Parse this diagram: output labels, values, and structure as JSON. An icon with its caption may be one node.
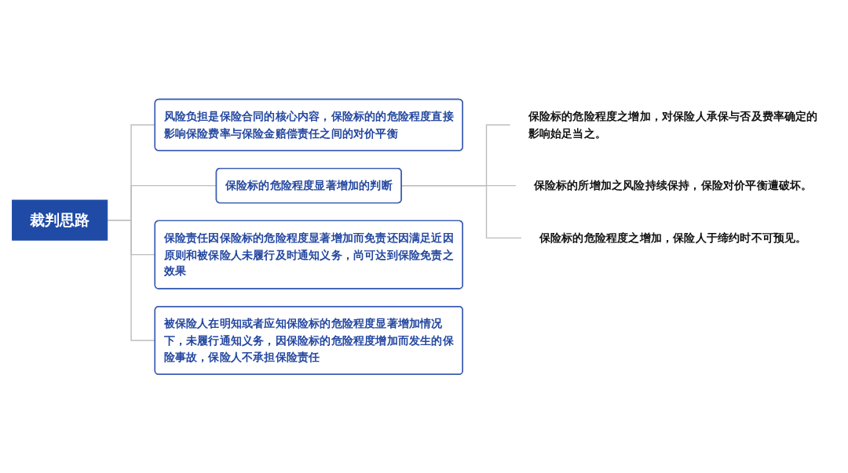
{
  "diagram": {
    "nodes": [
      {
        "text": [
          "裁判思路"
        ]
      },
      {
        "text": [
          "风险负担是保险合同的核心内容，保险标的的危险程度直接影响保险费率与保险金赔偿责任之间的对价平衡"
        ]
      },
      {
        "text": [
          "保险标的危险程度显著增加的判断"
        ]
      },
      {
        "text": [
          "保险标的危险程度之增加，对保险人承保与否及费率确定的影响始足当之。"
        ]
      },
      {
        "text": [
          "保险标的所增加之风险持续保持，保险对价平衡遭破坏。"
        ]
      },
      {
        "text": [
          "保险标的危险程度之增加，保险人于缔约时不可预见。"
        ]
      },
      {
        "text": [
          "保险责任因保险标的危险程度显著增加而免责还因满足近因原则和被保险人未履行及时通知义务，尚可达到保险免责之效果"
        ]
      },
      {
        "text": [
          "被保险人在明知或者应知保险标的危险程度显著增加情况下，未履行通知义务，因保险标的危险程度增加而发生的保险事故，保险人不承担保险责任"
        ]
      }
    ],
    "edges": [
      {
        "from": 0,
        "to": 1,
        "arrow": "none"
      },
      {
        "from": 0,
        "to": 2,
        "arrow": "none"
      },
      {
        "from": 2,
        "to": 3,
        "arrow": "none"
      },
      {
        "from": 2,
        "to": 4,
        "arrow": "none"
      },
      {
        "from": 2,
        "to": 5,
        "arrow": "none"
      },
      {
        "from": 0,
        "to": 6,
        "arrow": "none"
      },
      {
        "from": 0,
        "to": 7,
        "arrow": "none"
      }
    ]
  }
}
